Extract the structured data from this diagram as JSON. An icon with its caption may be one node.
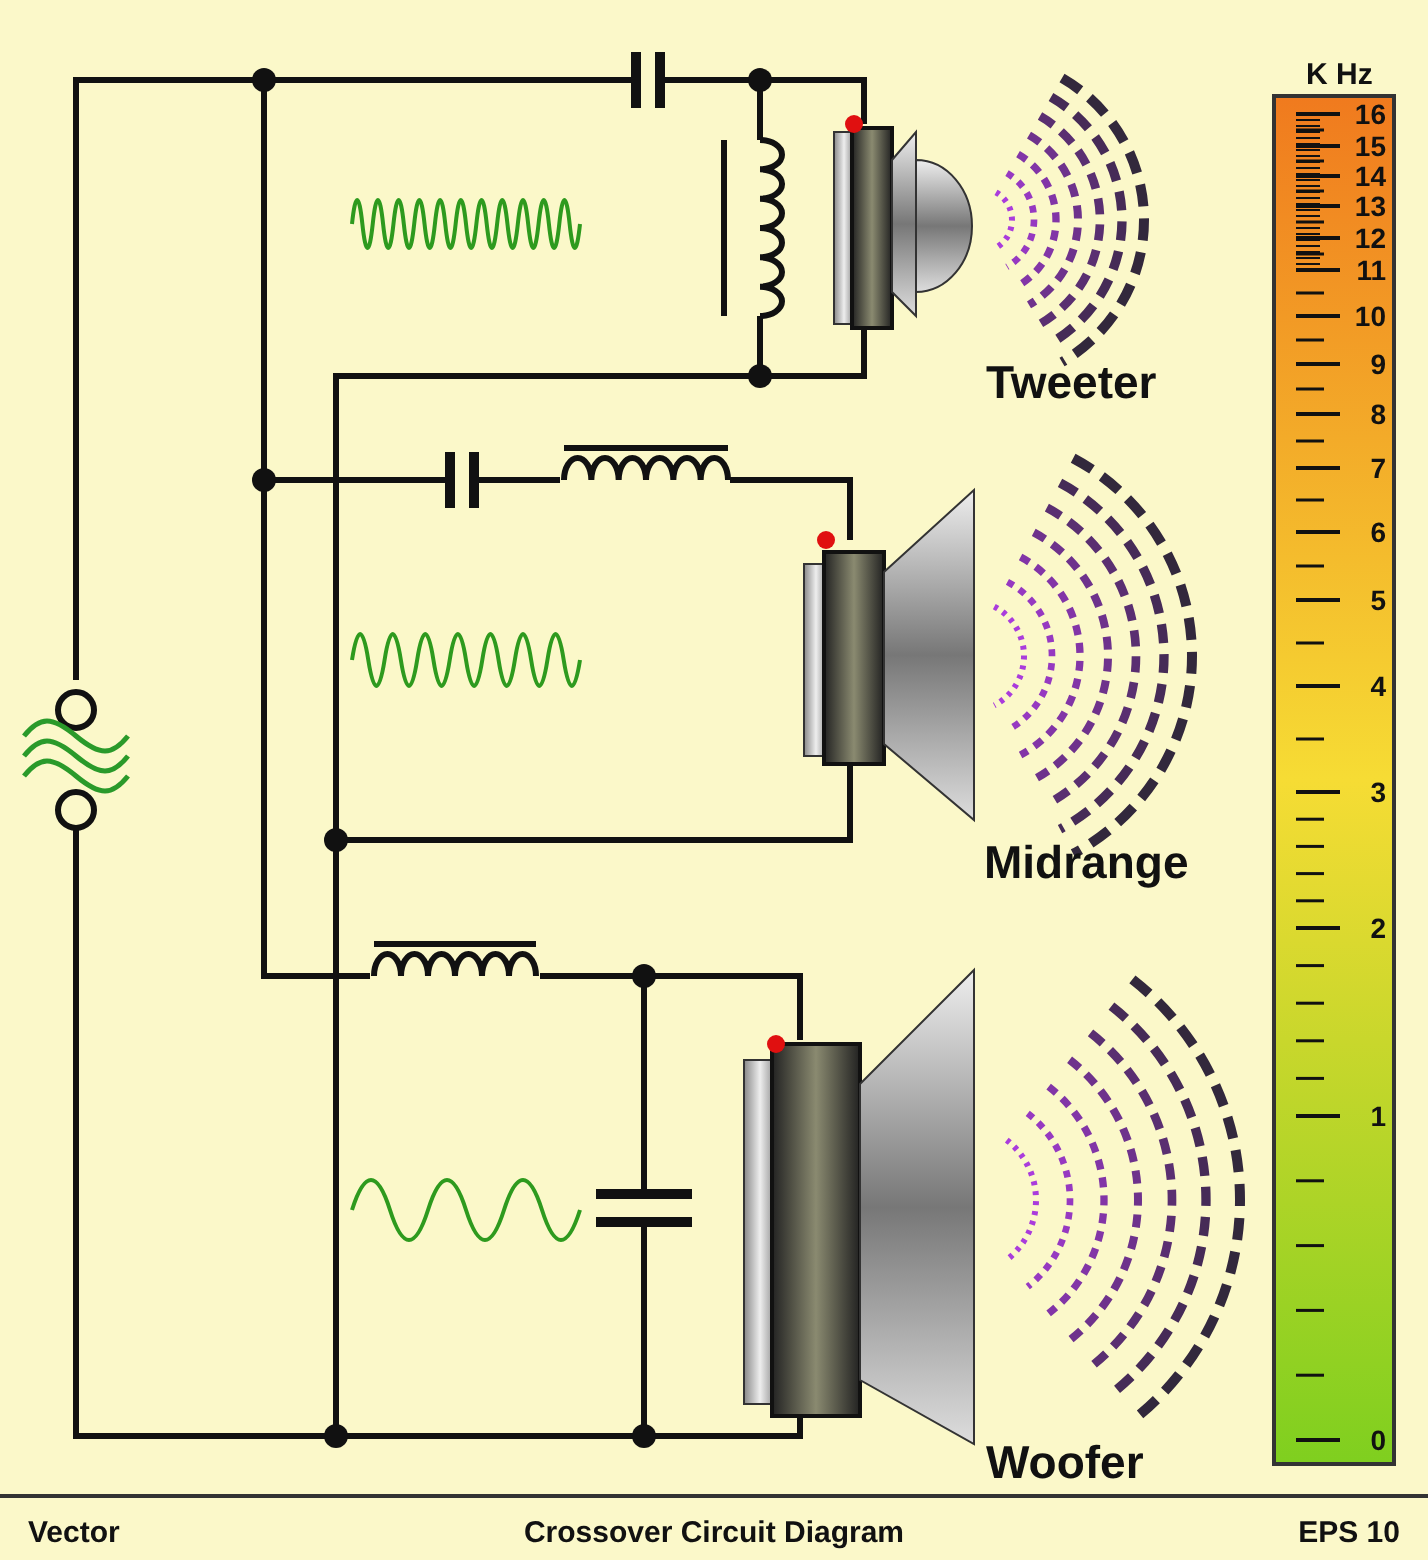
{
  "diagram": {
    "caption": "Crossover Circuit Diagram",
    "labels": [
      "K Hz",
      "16",
      "15",
      "14",
      "13",
      "12",
      "11",
      "10",
      "9",
      "8",
      "7",
      "6",
      "5",
      "4",
      "3",
      "2",
      "1",
      "0",
      "Tweeter",
      "Midrange",
      "Woofer",
      "Vector",
      "EPS 10"
    ]
  }
}
